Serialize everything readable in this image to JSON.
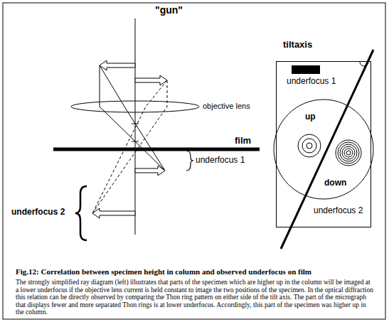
{
  "diagram": {
    "title": "Fig.12: Correlation between specimen height in column and observed underfocus on film",
    "caption": "The strongly simplified ray diagram (left) illustrates that parts of the specimen which are higher up in the column will be imaged at a lower underfocus if the objective lens current is held constant to image the two positions of the specimen. In the optical diffraction this relation can be directly observed by comparing the Thon ring pattern on either side of the tilt axis. The part of the micrograph that displays fewer and more separated Thon rings is at lower underfocus. Accordingly, this part of the specimen was higher up in the column.",
    "nodes": [
      {
        "text": [
          "underfocus 1",
          "up",
          "down",
          "underfocus 2"
        ]
      }
    ],
    "labels": [
      "\"gun\"",
      "objective lens",
      "film",
      "underfocus 1",
      "underfocus 2",
      "tiltaxis"
    ]
  }
}
